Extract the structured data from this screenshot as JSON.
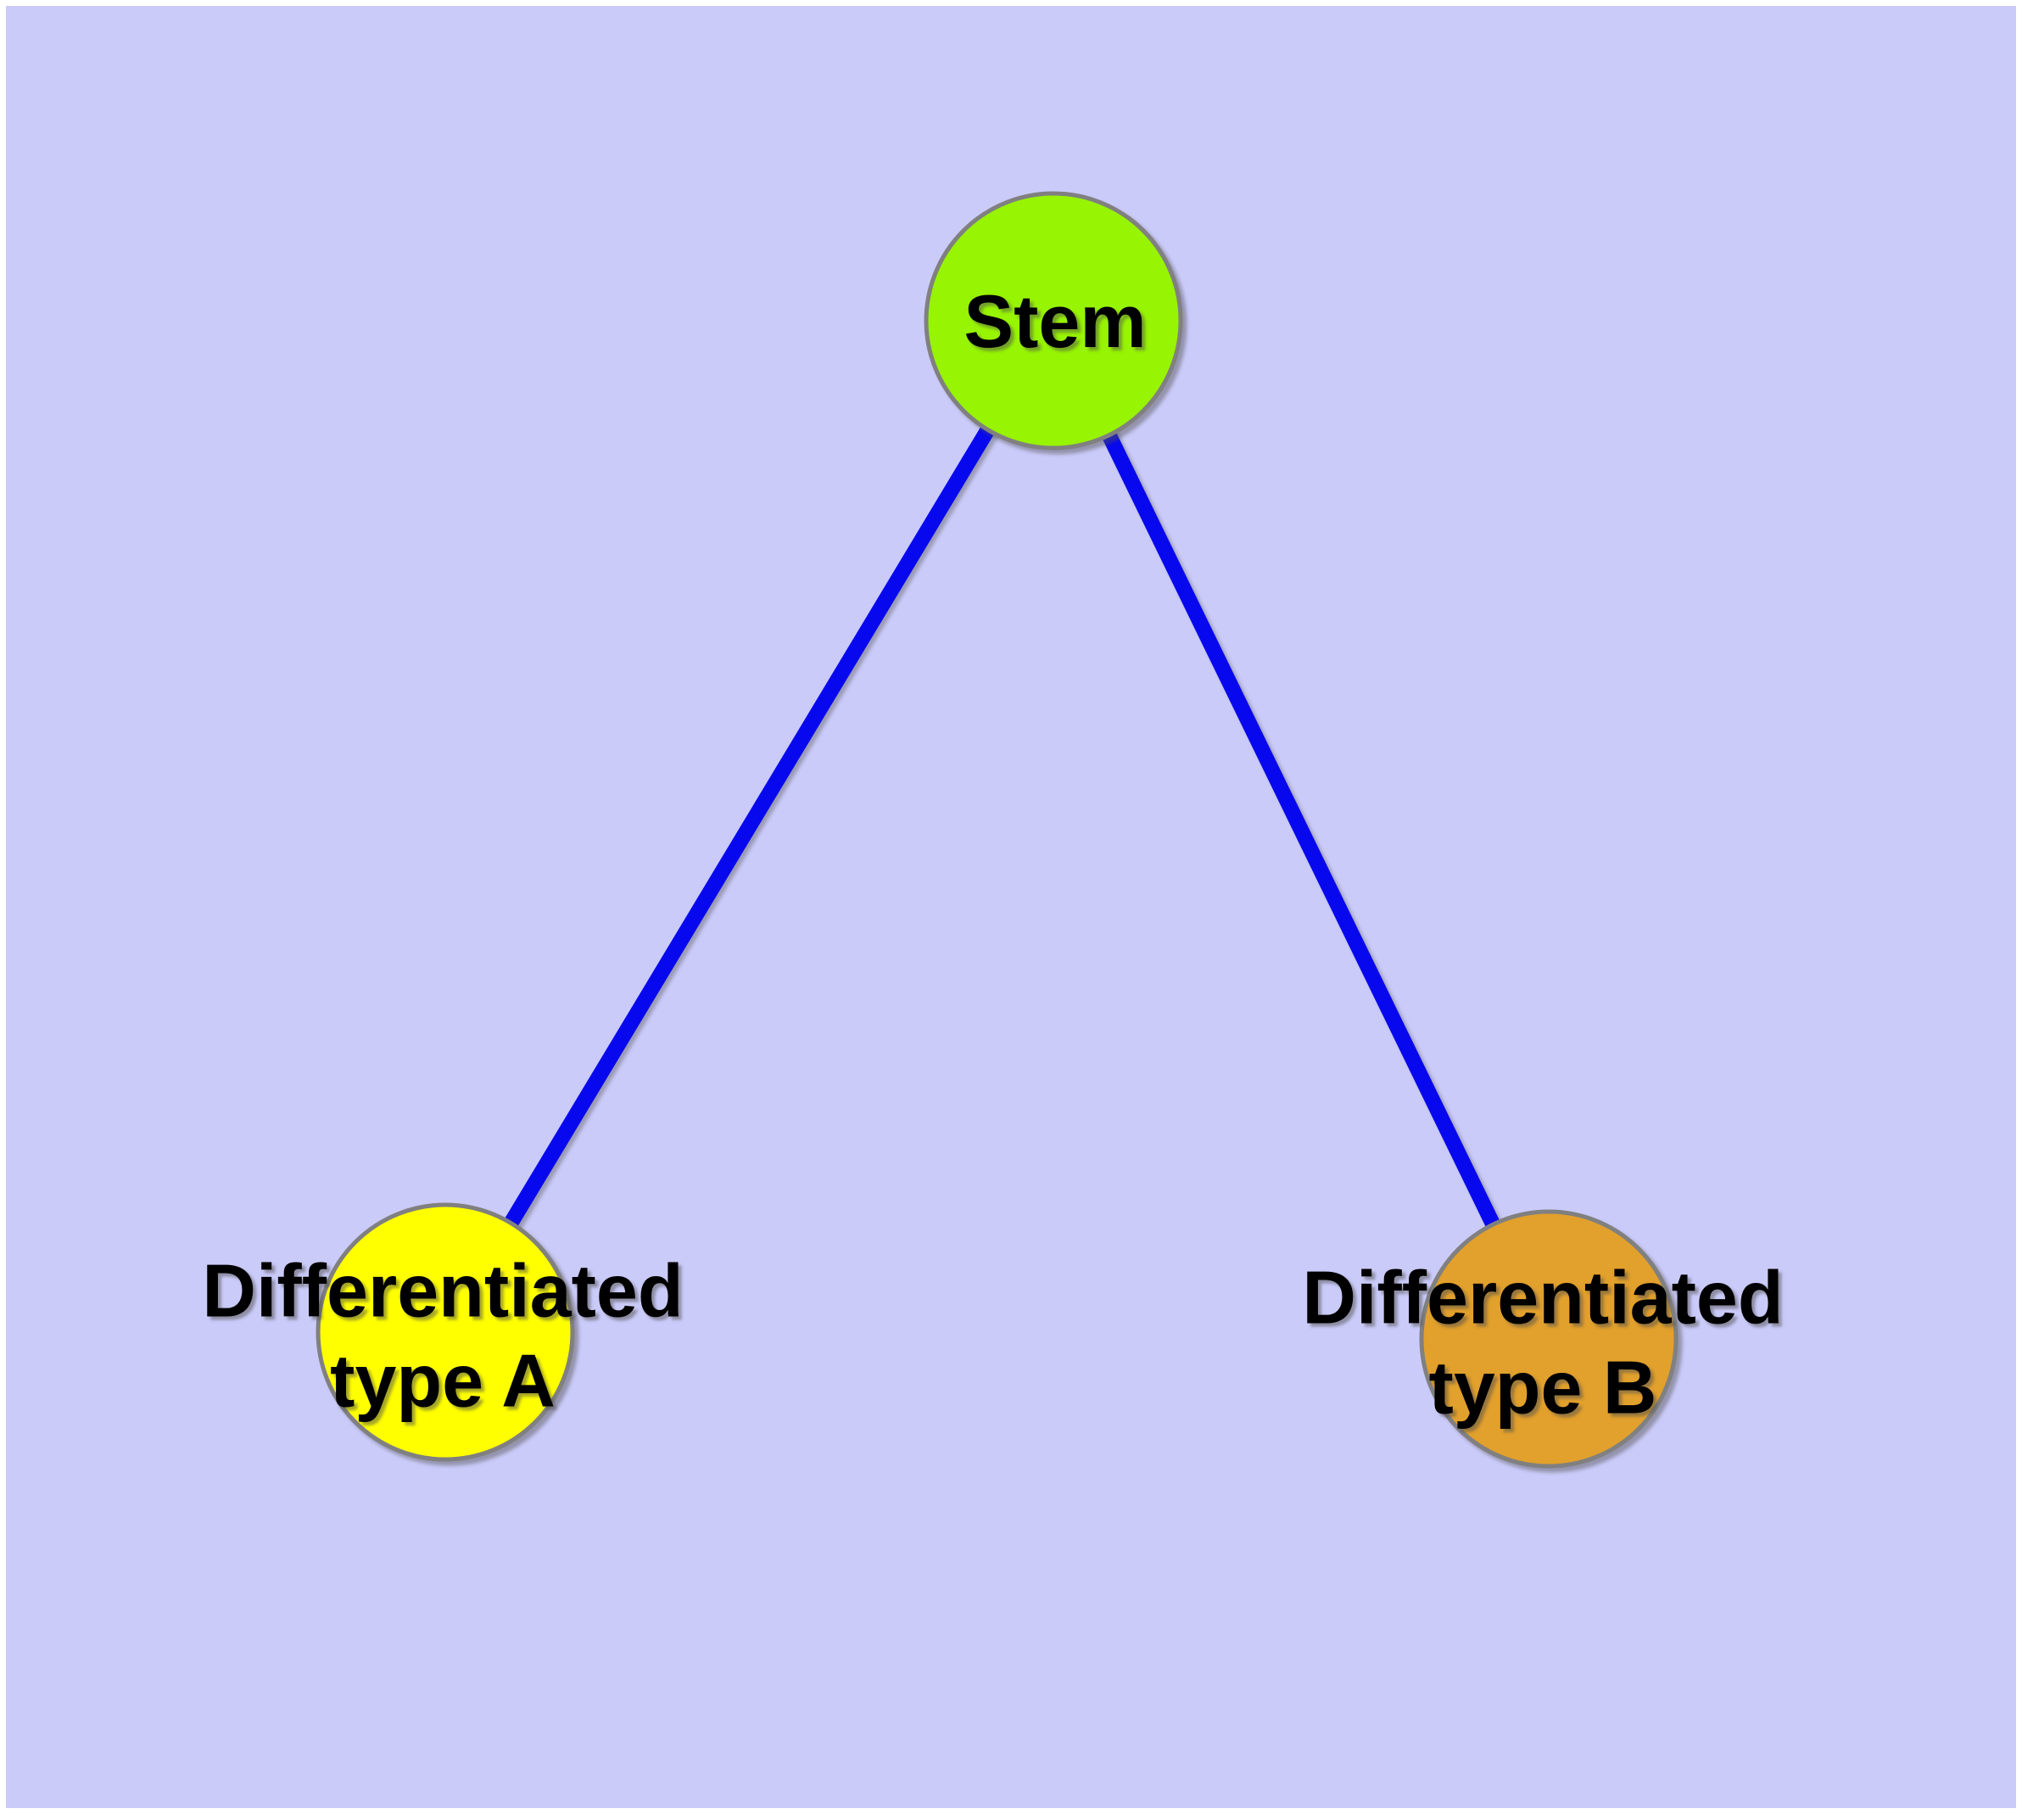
{
  "diagram": {
    "type": "node-link-graph",
    "background_color": "#CBCBFA",
    "margin_color": "#FFFFFF",
    "edge_color": "#0808EE",
    "node_border_color": "#808080",
    "label_color": "#000000",
    "nodes": [
      {
        "id": "stem",
        "label": "Stem",
        "fill": "#97F402"
      },
      {
        "id": "differentiated-type-a",
        "label": "Differentiated\ntype A",
        "fill": "#FFFF00"
      },
      {
        "id": "differentiated-type-b",
        "label": "Differentiated\ntype B",
        "fill": "#E2A02C"
      }
    ],
    "edges": [
      {
        "from": "stem",
        "to": "differentiated-type-a"
      },
      {
        "from": "stem",
        "to": "differentiated-type-b"
      }
    ]
  }
}
